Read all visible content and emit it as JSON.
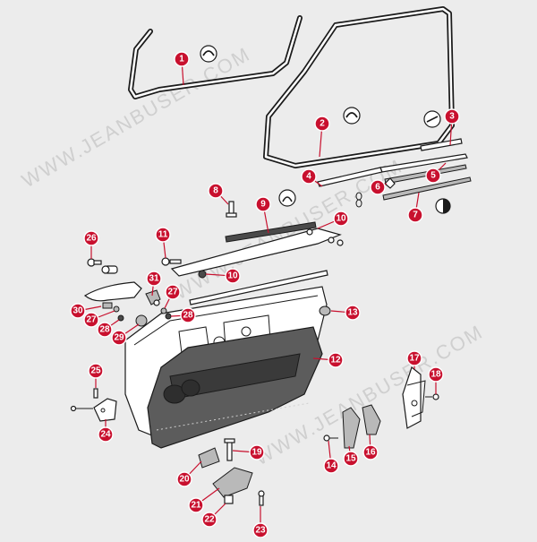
{
  "watermark": "WWW.JEANBUSER.COM",
  "callouts": [
    "1",
    "2",
    "3",
    "4",
    "5",
    "6",
    "7",
    "8",
    "9",
    "10",
    "10",
    "11",
    "12",
    "13",
    "14",
    "15",
    "16",
    "17",
    "18",
    "19",
    "20",
    "21",
    "22",
    "23",
    "24",
    "25",
    "26",
    "27",
    "27",
    "28",
    "28",
    "29",
    "30",
    "31"
  ],
  "colors": {
    "accent": "#c8102e",
    "background": "#ececec",
    "line": "#1b1b1b"
  },
  "icons": [
    "lhd-symbol-icon",
    "rhd-symbol-icon",
    "arrow-symbol-icon",
    "chain-link-icon",
    "half-disc-symbol-icon"
  ]
}
